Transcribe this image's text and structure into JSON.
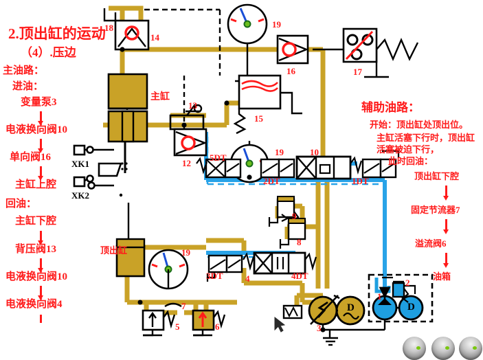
{
  "title_block": {
    "heading": "2.顶出缸的运动",
    "subheading": "（4）.压边"
  },
  "left_panel": {
    "main_circuit_label": "主油路：",
    "inflow_label": "进油：",
    "inflow_steps": [
      "变量泵3",
      "电液换向阀10",
      "单向阀16",
      "主缸上腔"
    ],
    "return_label": "回油：",
    "return_steps": [
      "主缸下腔",
      "背压阀13",
      "电液换向阀10",
      "电液换向阀4"
    ]
  },
  "right_panel": {
    "aux_circuit_label": "辅助油路：",
    "line1": "开始：顶出缸处顶出位。",
    "line2": "主缸活塞下行时，顶出缸",
    "line3": "活塞被迫下行，",
    "line4": "此时回油：",
    "steps": [
      "顶出缸下腔",
      "固定节流器7",
      "溢流阀6",
      "油箱"
    ]
  },
  "switches": [
    {
      "name": "XK1",
      "state": "closed"
    },
    {
      "name": "XK2",
      "state": "open"
    }
  ],
  "cylinders": [
    {
      "id": "main-cylinder",
      "label": "主缸"
    },
    {
      "id": "ejector-cylinder",
      "label": "顶出缸"
    }
  ],
  "component_numbers": [
    {
      "id": "n18",
      "label": "18"
    },
    {
      "id": "n14",
      "label": "14"
    },
    {
      "id": "n19a",
      "label": "19"
    },
    {
      "id": "n16",
      "label": "16"
    },
    {
      "id": "n17",
      "label": "17"
    },
    {
      "id": "n13",
      "label": "13"
    },
    {
      "id": "n15",
      "label": "15"
    },
    {
      "id": "n12",
      "label": "12"
    },
    {
      "id": "n19b",
      "label": "19"
    },
    {
      "id": "n10",
      "label": "10"
    },
    {
      "id": "n9",
      "label": "9"
    },
    {
      "id": "n8",
      "label": "8"
    },
    {
      "id": "n19c",
      "label": "19"
    },
    {
      "id": "n4",
      "label": "4"
    },
    {
      "id": "n5",
      "label": "5"
    },
    {
      "id": "n6",
      "label": "6"
    },
    {
      "id": "n7",
      "label": "7"
    },
    {
      "id": "n3",
      "label": "3"
    },
    {
      "id": "n2",
      "label": "2"
    },
    {
      "id": "n1",
      "label": "1"
    }
  ],
  "solenoid_labels": [
    {
      "id": "s5dt",
      "label": "5DT"
    },
    {
      "id": "s2dt",
      "label": "2DT"
    },
    {
      "id": "s1dt",
      "label": "1DT"
    },
    {
      "id": "s3dt",
      "label": "3DT"
    },
    {
      "id": "s4dt",
      "label": "4DT"
    }
  ],
  "motor_labels": [
    {
      "id": "motor-main",
      "label": "D"
    },
    {
      "id": "motor-aux",
      "label": "D"
    }
  ],
  "colors": {
    "pressure_line": "#c9a227",
    "return_line": "#29a3e8",
    "text_red": "#ff1a1a",
    "line_black": "#000000",
    "pump_fill": "#c9a227",
    "aux_fill": "#1e9fe0"
  },
  "bottom_buttons": [
    {
      "id": "btn-1"
    },
    {
      "id": "btn-2"
    },
    {
      "id": "btn-3"
    }
  ]
}
